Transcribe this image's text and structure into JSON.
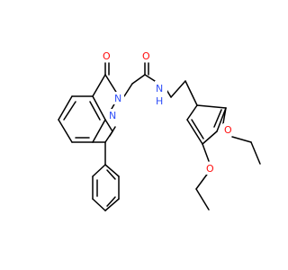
{
  "colors": {
    "bond": "#000000",
    "oxygen": "#ff0d0d",
    "nitrogen": "#3050f8",
    "background": "#ffffff"
  },
  "atoms": [
    {
      "id": "o-carbonyl-ring",
      "label": "O",
      "element": "oxygen"
    },
    {
      "id": "n-ring-2",
      "label": "N",
      "element": "nitrogen"
    },
    {
      "id": "n-ring-3",
      "label": "N",
      "element": "nitrogen"
    },
    {
      "id": "o-amide",
      "label": "O",
      "element": "oxygen"
    },
    {
      "id": "nh-amide",
      "label": "N",
      "sublabel": "H",
      "element": "nitrogen"
    },
    {
      "id": "o-ethoxy-4",
      "label": "O",
      "element": "oxygen"
    },
    {
      "id": "o-ethoxy-3",
      "label": "O",
      "element": "oxygen"
    }
  ]
}
